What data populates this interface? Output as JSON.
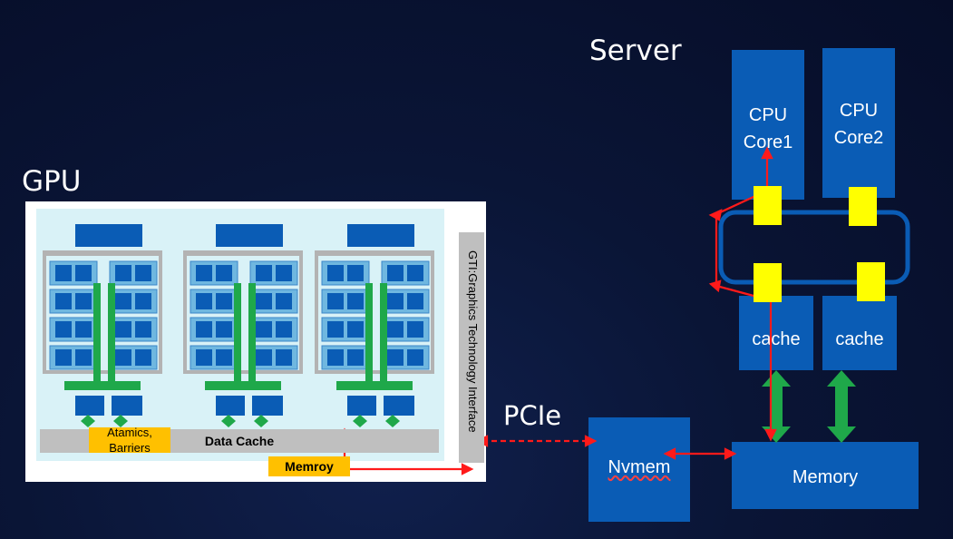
{
  "labels": {
    "server": "Server",
    "gpu": "GPU",
    "pcie": "PCIe"
  },
  "server": {
    "cores": [
      {
        "line1": "CPU",
        "line2": "Core1"
      },
      {
        "line1": "CPU",
        "line2": "Core2"
      }
    ],
    "caches": [
      "cache",
      "cache"
    ],
    "memory": "Memory",
    "nvmem": "Nvmem"
  },
  "gpu": {
    "atomics": "Atamics,\nBarriers",
    "data_cache": "Data Cache",
    "memory": "Memroy",
    "gti": "GTI:Graphics Technology Interface"
  },
  "colors": {
    "box_blue": "#0a5cb5",
    "ring": "#0a5cb5",
    "yellow": "#ffff00",
    "green": "#1fa84a",
    "red": "#ff1a1a",
    "orange": "#ffc000"
  }
}
